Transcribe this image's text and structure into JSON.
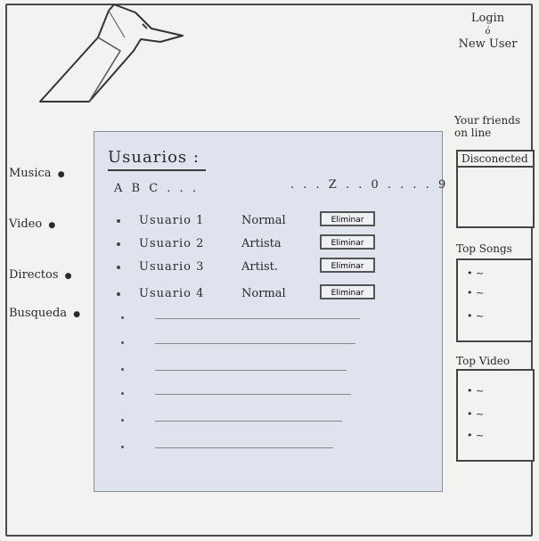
{
  "header": {
    "login_label": "Login",
    "or_label": "ó",
    "new_user_label": "New User"
  },
  "nav": {
    "items": [
      {
        "label": "Musica"
      },
      {
        "label": "Video"
      },
      {
        "label": "Directos"
      },
      {
        "label": "Busqueda"
      }
    ],
    "bullet": "●"
  },
  "panel": {
    "title": "Usuarios :",
    "alphabet_start": "A B C . . .",
    "alphabet_end": ". . . Z . . 0 . . . . 9",
    "users": [
      {
        "name": "Usuario 1",
        "type": "Normal",
        "action": "Eliminar"
      },
      {
        "name": "Usuario 2",
        "type": "Artista",
        "action": "Eliminar"
      },
      {
        "name": "Usuario 3",
        "type": "Artist.",
        "action": "Eliminar"
      },
      {
        "name": "Usuario 4",
        "type": "Normal",
        "action": "Eliminar"
      }
    ]
  },
  "sidebar": {
    "friends_label": "Your friends on line",
    "friends_status": "Disconected",
    "top_songs_label": "Top Songs",
    "top_video_label": "Top Video",
    "list_marker": "• ~"
  }
}
